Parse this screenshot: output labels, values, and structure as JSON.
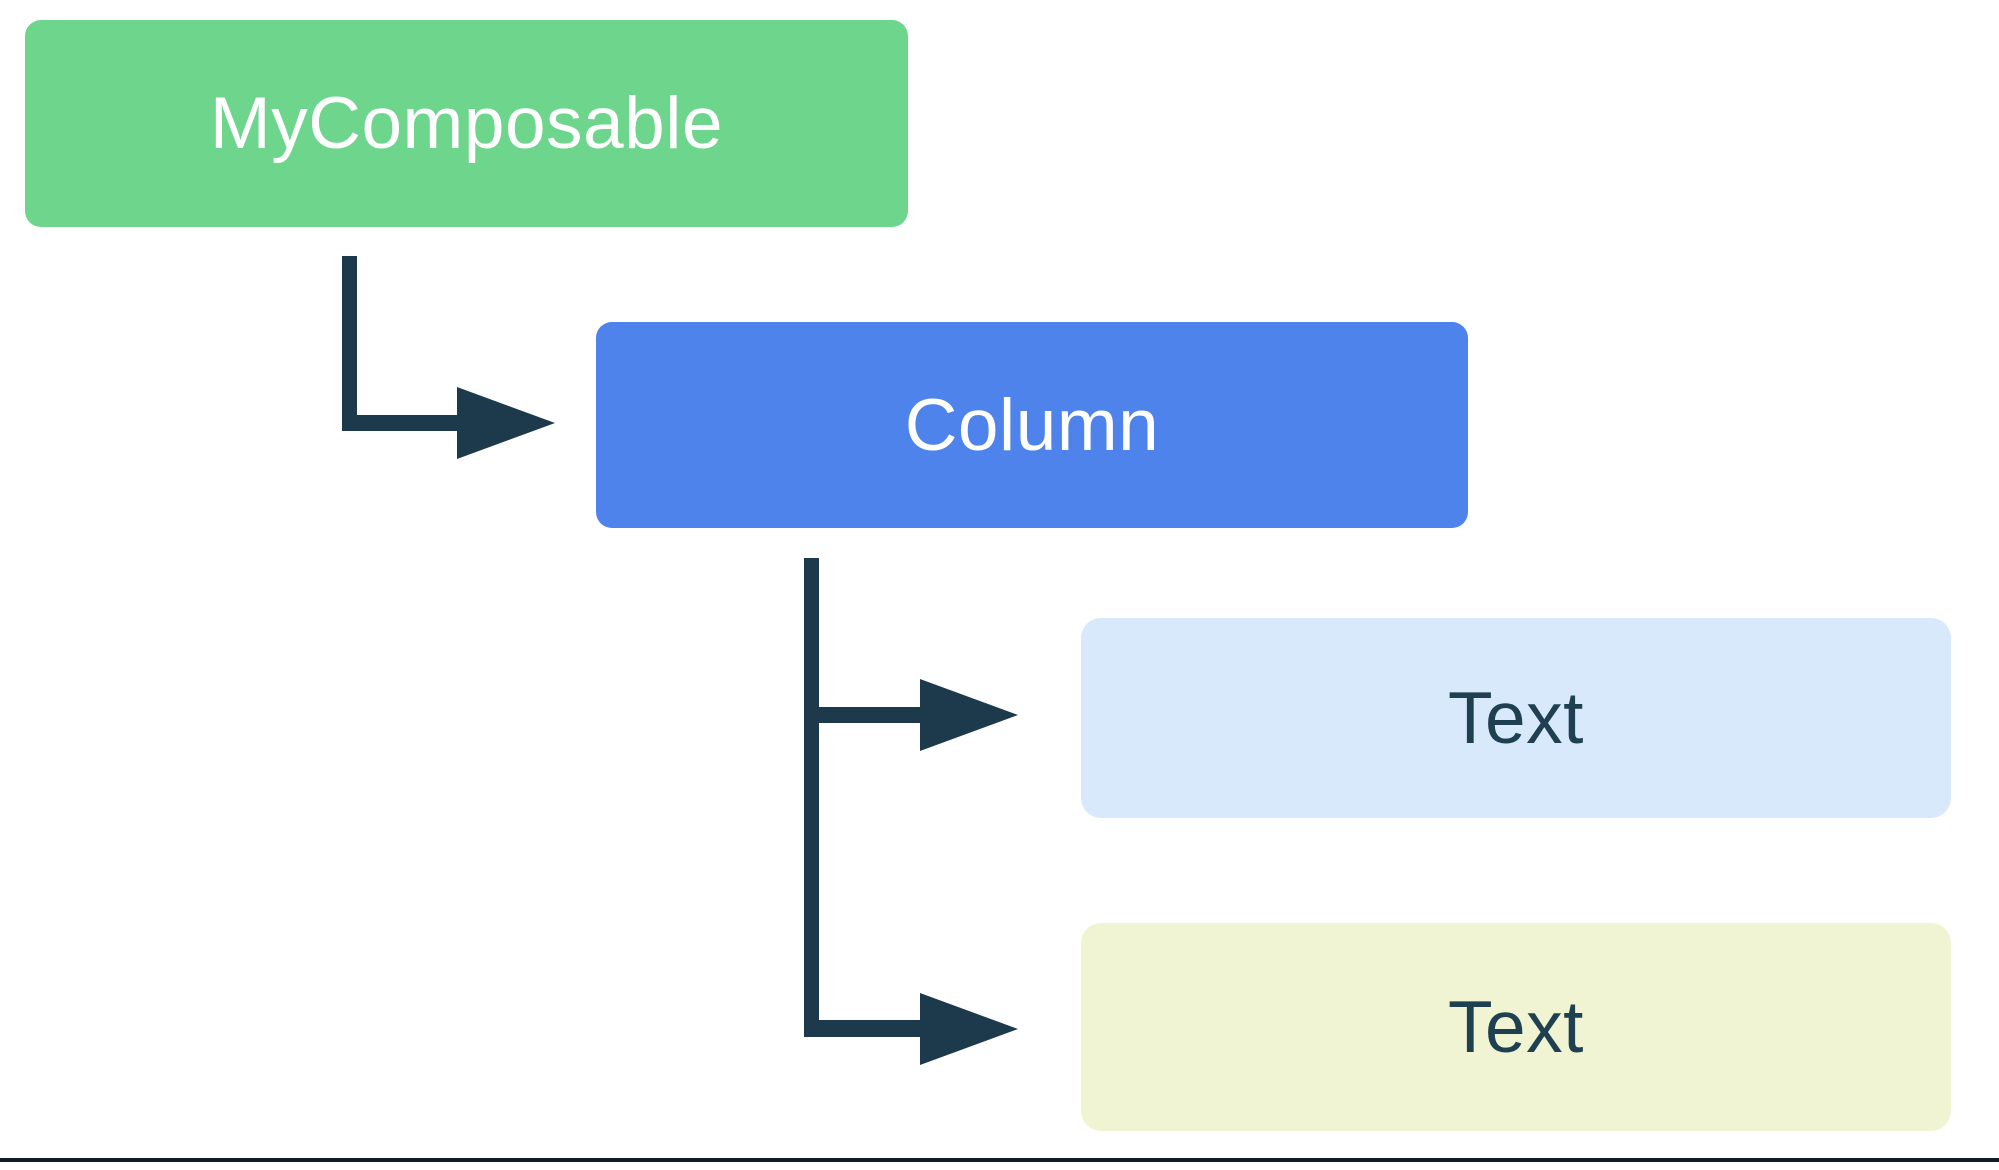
{
  "diagram": {
    "title": "Composable UI tree: MyComposable emits a Column containing two Text elements",
    "background": "#FFFFFF",
    "arrow_color": "#1D3A4C",
    "bottom_rule_color": "#0E1C26",
    "nodes": [
      {
        "label": "MyComposable",
        "bg": "#6DD58C",
        "text_color": "#FFFFFF"
      },
      {
        "label": "Column",
        "bg": "#4E83EC",
        "text_color": "#FFFFFF"
      },
      {
        "label": "Text",
        "bg": "#D7E9FB",
        "text_color": "#1F4050"
      },
      {
        "label": "Text",
        "bg": "#F0F4D3",
        "text_color": "#1F4050"
      }
    ],
    "edges": [
      {
        "from": "MyComposable",
        "to": "Column"
      },
      {
        "from": "Column",
        "to": "Text (first child)"
      },
      {
        "from": "Column",
        "to": "Text (second child)"
      }
    ]
  }
}
